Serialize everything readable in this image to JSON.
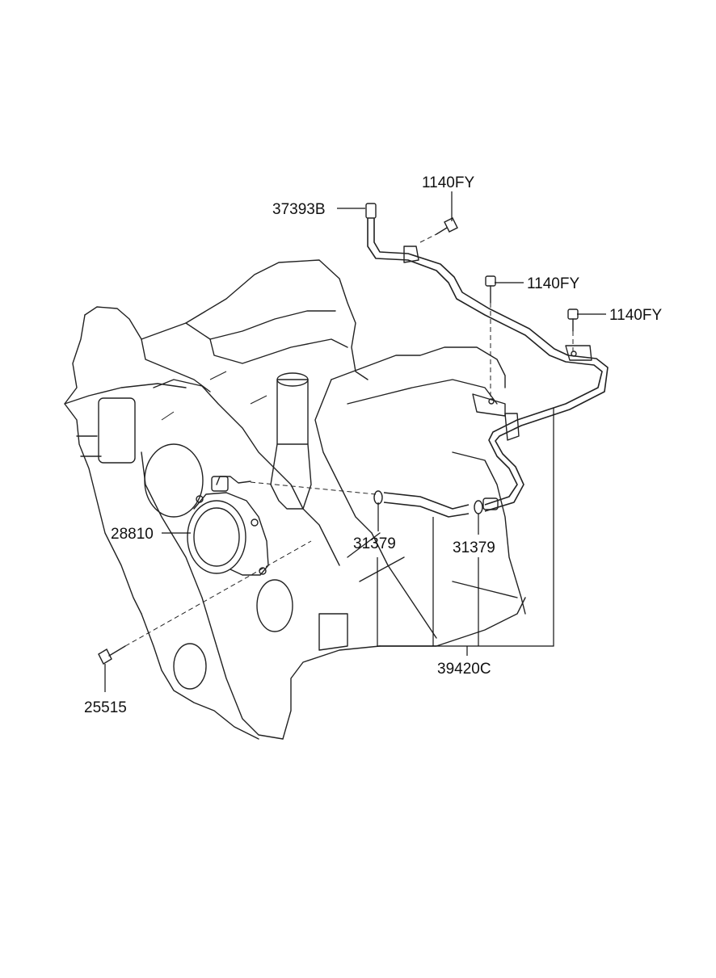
{
  "parts": {
    "p37393b": "37393B",
    "p1140fy_a": "1140FY",
    "p1140fy_b": "1140FY",
    "p1140fy_c": "1140FY",
    "p28810": "28810",
    "p31379_a": "31379",
    "p31379_b": "31379",
    "p25515": "25515",
    "p39420c": "39420C"
  }
}
